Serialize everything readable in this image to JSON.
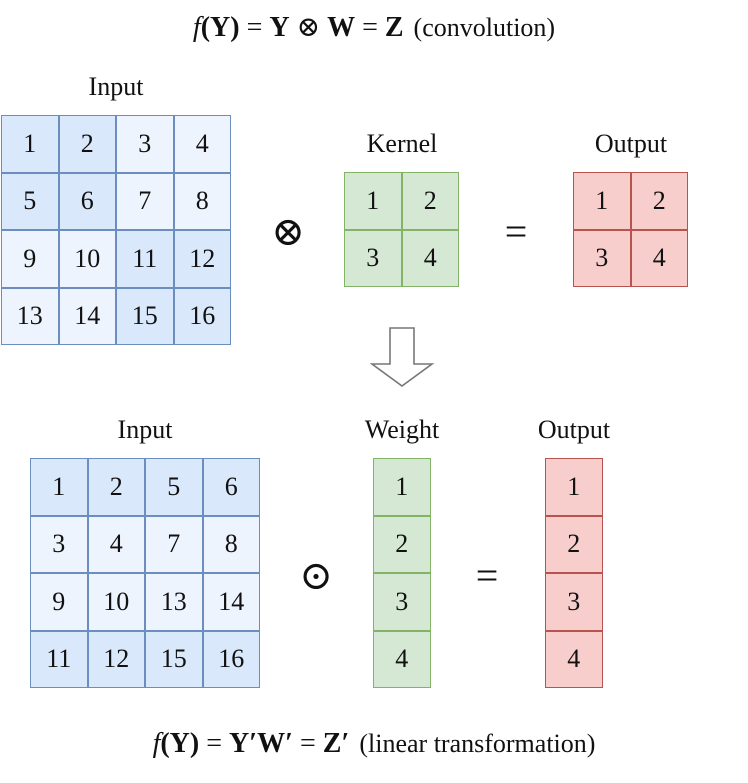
{
  "top_formula": {
    "lhs_f": "f",
    "lhs_arg": "(Y)",
    "eq1": " = ",
    "y": "Y",
    "conv": " ⊗ ",
    "w": "W",
    "eq2": " = ",
    "z": "Z",
    "note": "(convolution)"
  },
  "bottom_formula": {
    "lhs_f": "f",
    "lhs_arg": "(Y)",
    "eq1": " = ",
    "yw": "Y′W′",
    "eq2": " = ",
    "z": "Z′",
    "note": "(linear transformation)"
  },
  "top": {
    "input_label": "Input",
    "input_cells": [
      "1",
      "2",
      "3",
      "4",
      "5",
      "6",
      "7",
      "8",
      "9",
      "10",
      "11",
      "12",
      "13",
      "14",
      "15",
      "16"
    ],
    "input_shade": [
      1,
      1,
      0,
      0,
      1,
      1,
      0,
      0,
      0,
      0,
      1,
      1,
      0,
      0,
      1,
      1
    ],
    "op_symbol": "⊗",
    "kernel_label": "Kernel",
    "kernel_cells": [
      "1",
      "2",
      "3",
      "4"
    ],
    "eq_symbol": "=",
    "output_label": "Output",
    "output_cells": [
      "1",
      "2",
      "3",
      "4"
    ]
  },
  "bottom": {
    "input_label": "Input",
    "input_cells": [
      "1",
      "2",
      "5",
      "6",
      "3",
      "4",
      "7",
      "8",
      "9",
      "10",
      "13",
      "14",
      "11",
      "12",
      "15",
      "16"
    ],
    "input_shade": [
      1,
      1,
      1,
      1,
      0,
      0,
      0,
      0,
      0,
      0,
      0,
      0,
      1,
      1,
      1,
      1
    ],
    "op_symbol": "⊙",
    "weight_label": "Weight",
    "weight_cells": [
      "1",
      "2",
      "3",
      "4"
    ],
    "eq_symbol": "=",
    "output_label": "Output",
    "output_cells": [
      "1",
      "2",
      "3",
      "4"
    ]
  },
  "colors": {
    "blue_dark": "#dae8fc",
    "blue_light": "#eef4fd",
    "blue_border": "#6c8ebf",
    "green_fill": "#d5e8d4",
    "green_border": "#82b366",
    "red_fill": "#f8cecc",
    "red_border": "#b85450"
  }
}
